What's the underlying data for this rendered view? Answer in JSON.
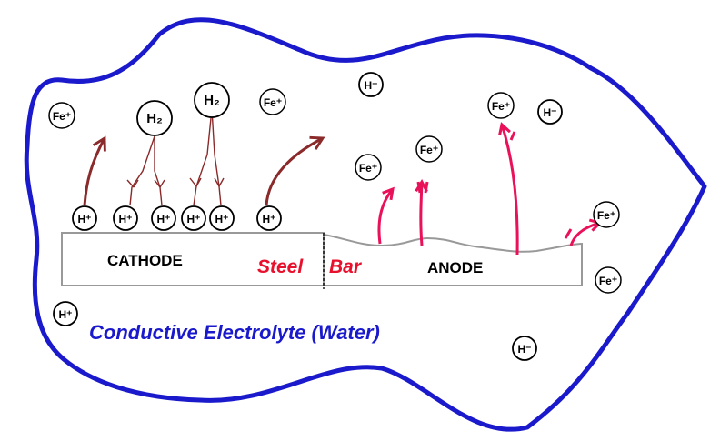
{
  "labels": {
    "cathode": "CATHODE",
    "anode": "ANODE",
    "steel": "Steel",
    "bar": "Bar",
    "electrolyte": "Conductive Electrolyte (Water)"
  },
  "ions": [
    {
      "symbol": "Fe",
      "charge": "+",
      "name": "fe-ion"
    },
    {
      "symbol": "H",
      "charge": "+",
      "name": "h-ion"
    },
    {
      "symbol": "H",
      "charge": "−",
      "name": "h-ion"
    },
    {
      "symbol": "H",
      "sub": "2",
      "name": "h2-molecule"
    }
  ],
  "colors": {
    "electrolyte_border": "#1a1acc",
    "electrolyte_text": "#1a1acc",
    "steel_bar_text": "#e8112d",
    "anode_arrow": "#e8115a",
    "cathode_arrow": "#8b2a2a",
    "bar_outline": "#999999"
  }
}
